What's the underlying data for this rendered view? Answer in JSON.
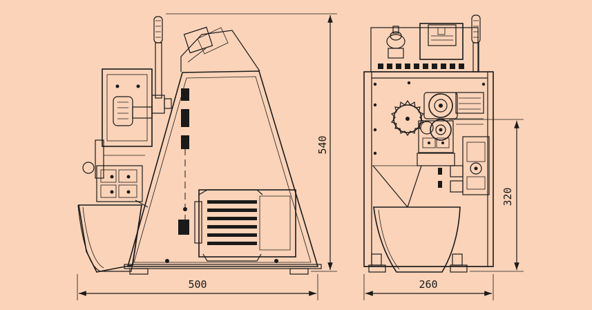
{
  "drawing": {
    "background_color": "#fad3b8",
    "line_color": "#1a1a1a",
    "dimensions": {
      "side_width": "500",
      "side_height": "540",
      "front_width": "260",
      "front_partial_height": "320"
    }
  }
}
